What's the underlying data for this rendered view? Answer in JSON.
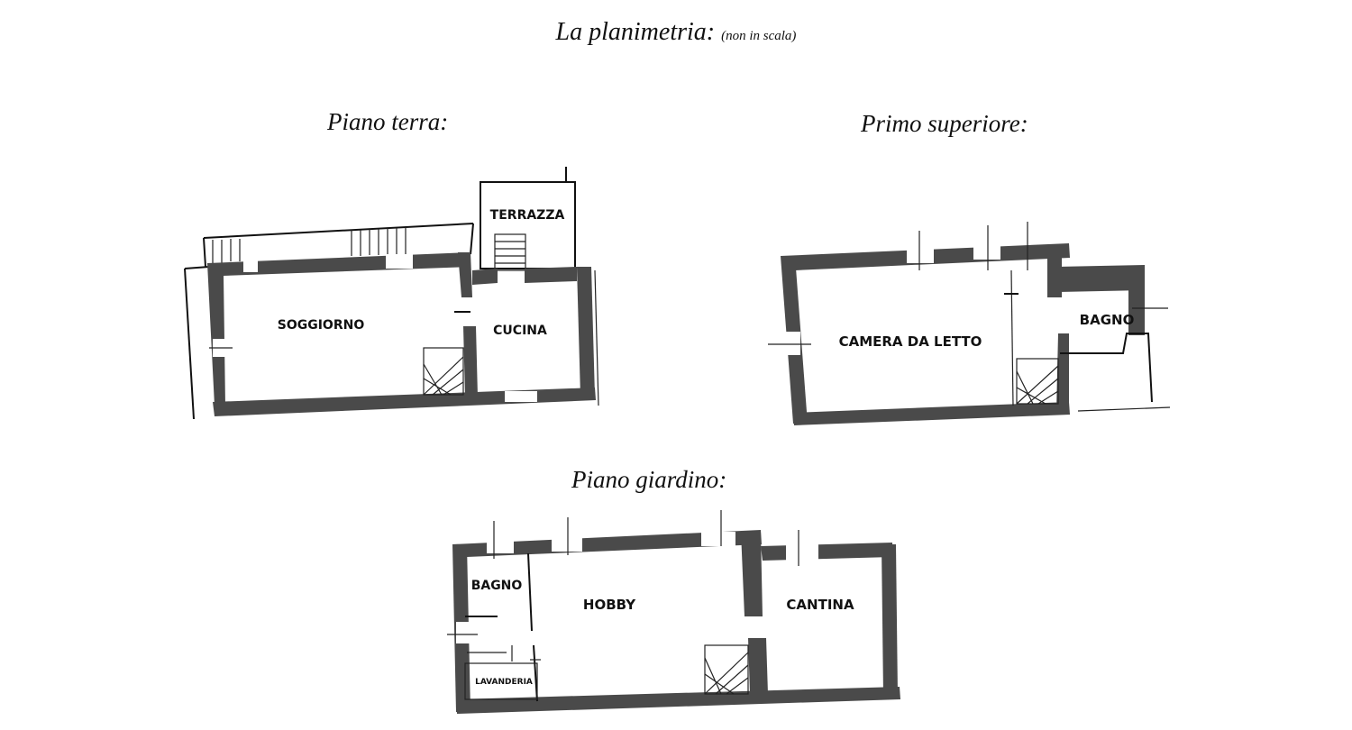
{
  "header": {
    "title": "La planimetria:",
    "note": "(non in scala)"
  },
  "floors": {
    "ground": {
      "title": "Piano terra:",
      "rooms": {
        "terrace": "TERRAZZA",
        "living": "SOGGIORNO",
        "kitchen": "CUCINA"
      }
    },
    "first": {
      "title": "Primo superiore:",
      "rooms": {
        "bedroom": "CAMERA DA LETTO",
        "bathroom": "BAGNO"
      }
    },
    "garden": {
      "title": "Piano giardino:",
      "rooms": {
        "bathroom": "BAGNO",
        "hobby": "HOBBY",
        "cellar": "CANTINA",
        "laundry": "LAVANDERIA"
      }
    }
  }
}
